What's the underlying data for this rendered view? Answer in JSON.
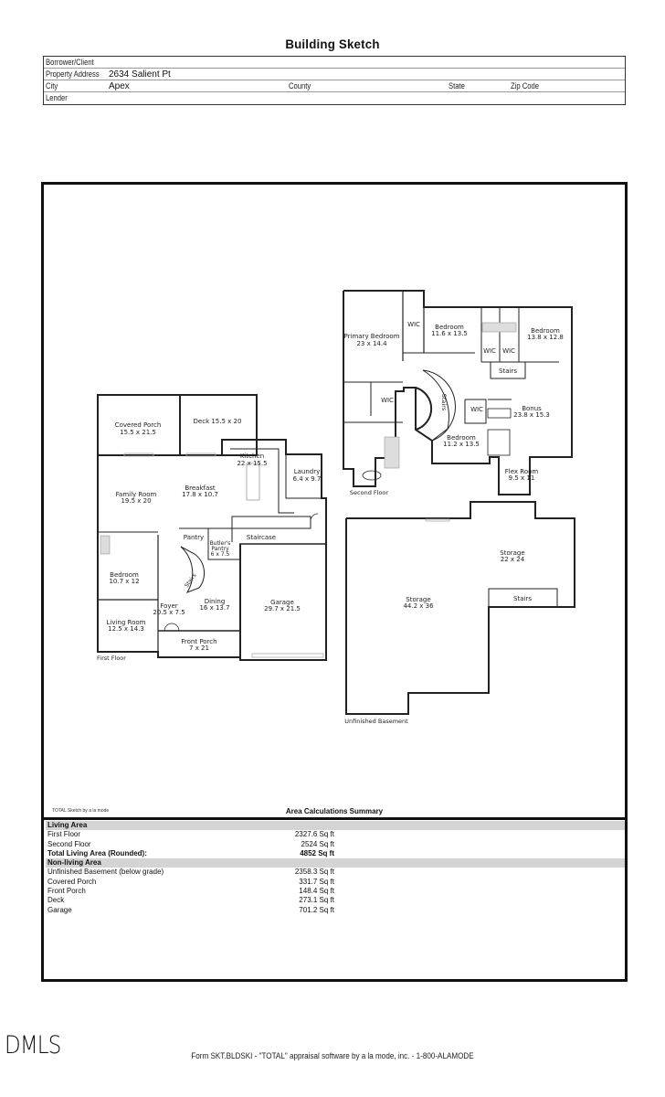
{
  "header": {
    "title": "Building Sketch",
    "fields": [
      {
        "label": "Borrower/Client",
        "value": ""
      },
      {
        "label": "Property Address",
        "value": "2634 Salient Pt"
      },
      {
        "label": "City",
        "value": "Apex",
        "county_label": "County",
        "state_label": "State",
        "zip_label": "Zip Code"
      },
      {
        "label": "Lender",
        "value": ""
      }
    ]
  },
  "sketch": {
    "first_floor": {
      "label": "First Floor",
      "rooms": [
        {
          "name": "Covered Porch",
          "dims": "15.5 x 21.5"
        },
        {
          "name": "Deck 15.5 x 20",
          "dims": ""
        },
        {
          "name": "Kitchen",
          "dims": "22 x 15.5"
        },
        {
          "name": "Laundry",
          "dims": "6.4 x 9.7"
        },
        {
          "name": "Family Room",
          "dims": "19.5 x 20"
        },
        {
          "name": "Breakfast",
          "dims": "17.8 x 10.7"
        },
        {
          "name": "Pantry",
          "dims": ""
        },
        {
          "name": "Butler's Pantry",
          "dims": "6 x 7.5"
        },
        {
          "name": "Staircase",
          "dims": ""
        },
        {
          "name": "Bedroom",
          "dims": "10.7 x 12"
        },
        {
          "name": "Stairs",
          "dims": ""
        },
        {
          "name": "Foyer",
          "dims": "20.5 x 7.5"
        },
        {
          "name": "Dining",
          "dims": "16 x 13.7"
        },
        {
          "name": "Garage",
          "dims": "29.7 x 21.5"
        },
        {
          "name": "Living Room",
          "dims": "12.5 x 14.3"
        },
        {
          "name": "Front Porch",
          "dims": "7 x 21"
        }
      ]
    },
    "second_floor": {
      "label": "Second Floor",
      "rooms": [
        {
          "name": "Primary Bedroom",
          "dims": "23 x 14.4"
        },
        {
          "name": "WIC",
          "dims": ""
        },
        {
          "name": "Bedroom",
          "dims": "11.6 x 13.5"
        },
        {
          "name": "Bedroom",
          "dims": "13.8 x 12.8"
        },
        {
          "name": "WIC",
          "dims": ""
        },
        {
          "name": "WIC",
          "dims": ""
        },
        {
          "name": "Stairs",
          "dims": ""
        },
        {
          "name": "WIC",
          "dims": ""
        },
        {
          "name": "Stairs",
          "dims": ""
        },
        {
          "name": "WIC",
          "dims": ""
        },
        {
          "name": "Bonus",
          "dims": "23.8 x 15.3"
        },
        {
          "name": "Bedroom",
          "dims": "11.2 x 13.5"
        },
        {
          "name": "Flex Room",
          "dims": "9.5 x 11"
        }
      ]
    },
    "basement": {
      "label": "Unfinished Basement",
      "rooms": [
        {
          "name": "Storage",
          "dims": "22 x 24"
        },
        {
          "name": "Stairs",
          "dims": ""
        },
        {
          "name": "Storage",
          "dims": "44.2 x 36"
        }
      ]
    }
  },
  "summary": {
    "credit": "TOTAL Sketch by a la mode",
    "title": "Area Calculations Summary",
    "rows": [
      {
        "type": "band",
        "label": "Living Area",
        "value": ""
      },
      {
        "type": "row",
        "label": "First Floor",
        "value": "2327.6 Sq ft"
      },
      {
        "type": "row",
        "label": "Second Floor",
        "value": "2524 Sq ft"
      },
      {
        "type": "bold",
        "label": "Total Living Area (Rounded):",
        "value": "4852 Sq ft"
      },
      {
        "type": "band",
        "label": "Non-living Area",
        "value": ""
      },
      {
        "type": "row",
        "label": "Unfinished Basement (below grade)",
        "value": "2358.3 Sq ft"
      },
      {
        "type": "row",
        "label": "Covered Porch",
        "value": "331.7 Sq ft"
      },
      {
        "type": "row",
        "label": "Front Porch",
        "value": "148.4 Sq ft"
      },
      {
        "type": "row",
        "label": "Deck",
        "value": "273.1 Sq ft"
      },
      {
        "type": "row",
        "label": "Garage",
        "value": "701.2 Sq ft"
      }
    ]
  },
  "footer": {
    "logo": "DMLS",
    "text": "Form SKT.BLDSKI - \"TOTAL\" appraisal software by a la mode, inc. - 1-800-ALAMODE"
  }
}
